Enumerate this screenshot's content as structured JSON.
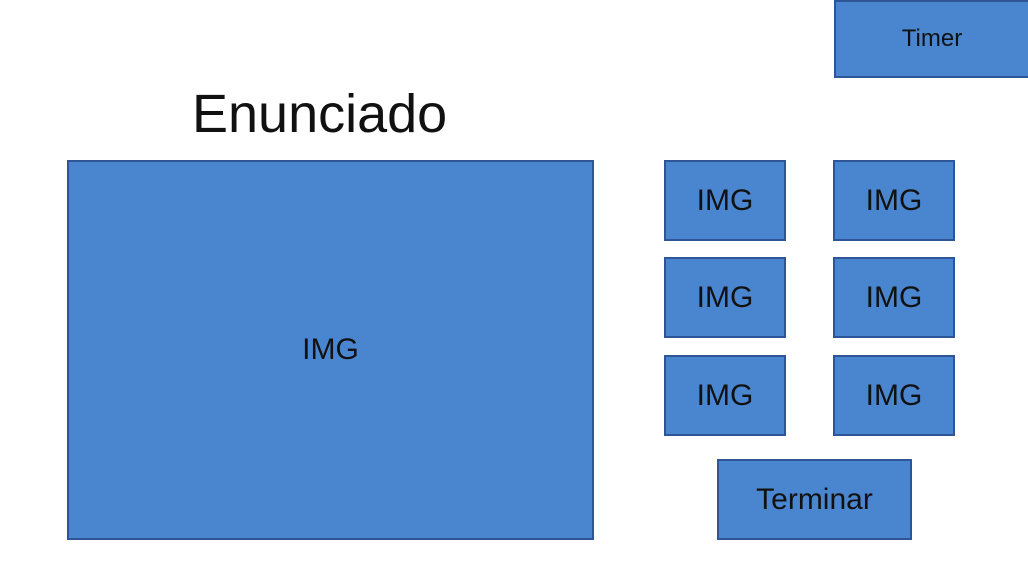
{
  "header": {
    "title": "Enunciado",
    "timer_label": "Timer"
  },
  "main_image": {
    "label": "IMG"
  },
  "options": [
    {
      "label": "IMG"
    },
    {
      "label": "IMG"
    },
    {
      "label": "IMG"
    },
    {
      "label": "IMG"
    },
    {
      "label": "IMG"
    },
    {
      "label": "IMG"
    }
  ],
  "actions": {
    "finish_label": "Terminar"
  },
  "colors": {
    "box_fill": "#4a86cf",
    "box_border": "#2e5597",
    "text": "#111111",
    "background": "#ffffff"
  }
}
